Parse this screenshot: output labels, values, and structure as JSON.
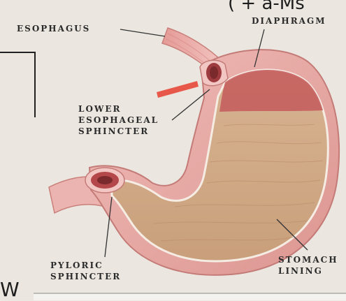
{
  "labels": {
    "esophagus": "ESOPHAGUS",
    "diaphragm": "DIAPHRAGM",
    "les_line1": "LOWER",
    "les_line2": "ESOPHAGEAL",
    "les_line3": "SPHINCTER",
    "pyloric_line1": "PYLORIC",
    "pyloric_line2": "SPHINCTER",
    "lining_line1": "STOMACH",
    "lining_line2": "LINING"
  },
  "overlay_text": {
    "top_fragment": "( + a-Ms",
    "bottom_fragment": "W"
  },
  "colors": {
    "background": "#eeeae3",
    "stomach_wall": "#e8a9a6",
    "stomach_interior": "#d2ad88",
    "mucosa_top": "#c45a5c",
    "diaphragm": "#e8584a",
    "label_text": "#2b2b2b"
  }
}
